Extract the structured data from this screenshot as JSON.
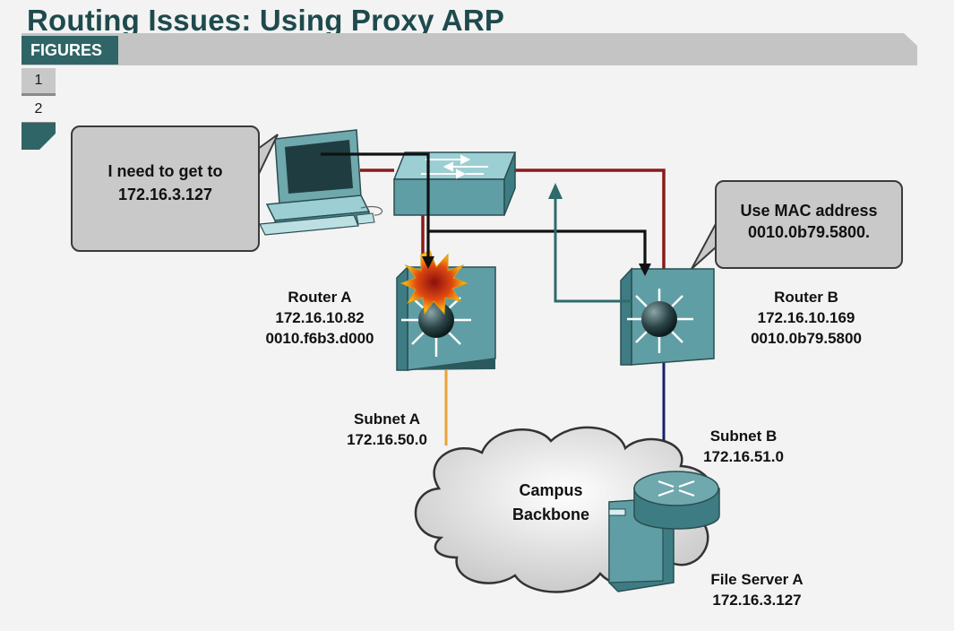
{
  "page": {
    "title": "Routing Issues: Using Proxy ARP"
  },
  "nav": {
    "figures_label": "FIGURES",
    "figure_buttons": [
      "1",
      "2"
    ]
  },
  "callouts": {
    "host": {
      "line1": "I need to get to",
      "line2": "172.16.3.127"
    },
    "router_b": {
      "line1": "Use MAC address",
      "line2": "0010.0b79.5800."
    }
  },
  "devices": {
    "router_a": {
      "name": "Router A",
      "ip": "172.16.10.82",
      "mac": "0010.f6b3.d000"
    },
    "router_b": {
      "name": "Router B",
      "ip": "172.16.10.169",
      "mac": "0010.0b79.5800"
    },
    "file_server": {
      "name": "File Server A",
      "ip": "172.16.3.127"
    },
    "cloud": {
      "line1": "Campus",
      "line2": "Backbone"
    }
  },
  "subnets": {
    "a": {
      "name": "Subnet A",
      "network": "172.16.50.0"
    },
    "b": {
      "name": "Subnet B",
      "network": "172.16.51.0"
    }
  },
  "colors": {
    "accent": "#2f6566",
    "device_face": "#5f9ea4",
    "device_top": "#9ccfd3",
    "device_side": "#3d7c82",
    "lan_link": "#8b1a1a",
    "subnet_a_link": "#e8a23a",
    "subnet_b_link": "#1a1f6a",
    "flow_arrow": "#111111",
    "reply_arrow": "#2f6a6c"
  }
}
